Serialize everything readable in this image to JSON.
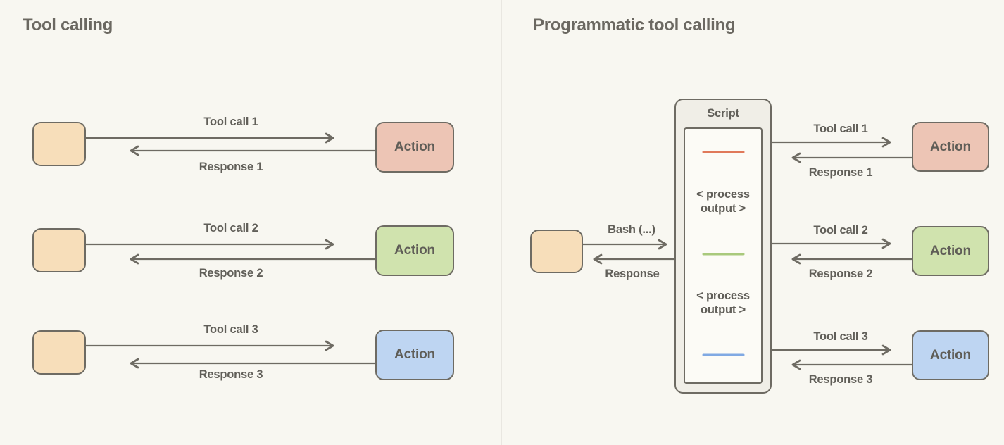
{
  "left_panel": {
    "title": "Tool calling",
    "rows": [
      {
        "tool_call": "Tool call 1",
        "response": "Response 1",
        "action": "Action"
      },
      {
        "tool_call": "Tool call 2",
        "response": "Response 2",
        "action": "Action"
      },
      {
        "tool_call": "Tool call 3",
        "response": "Response 3",
        "action": "Action"
      }
    ]
  },
  "right_panel": {
    "title": "Programmatic tool calling",
    "agent_script_link": {
      "call": "Bash (...)",
      "response": "Response"
    },
    "script": {
      "label": "Script",
      "output_placeholder": "< process output >"
    },
    "rows": [
      {
        "tool_call": "Tool call 1",
        "response": "Response 1",
        "action": "Action"
      },
      {
        "tool_call": "Tool call 2",
        "response": "Response 2",
        "action": "Action"
      },
      {
        "tool_call": "Tool call 3",
        "response": "Response 3",
        "action": "Action"
      }
    ]
  },
  "colors": {
    "background": "#F8F7F1",
    "divider": "#E9E7E1",
    "title_text": "#6B6861",
    "label_text": "#615F59",
    "arrow": "#6E6B63",
    "box_border": "#6E6B63",
    "agent_fill": "#F7DEBA",
    "action_fills": [
      "#EDC5B5",
      "#D0E3AE",
      "#BED5F2"
    ],
    "script_fill": "#F0EEE7",
    "script_inner_fill": "#FCFBF6",
    "dash_colors": [
      "#E0795A",
      "#A9C97C",
      "#80A9E3"
    ]
  }
}
